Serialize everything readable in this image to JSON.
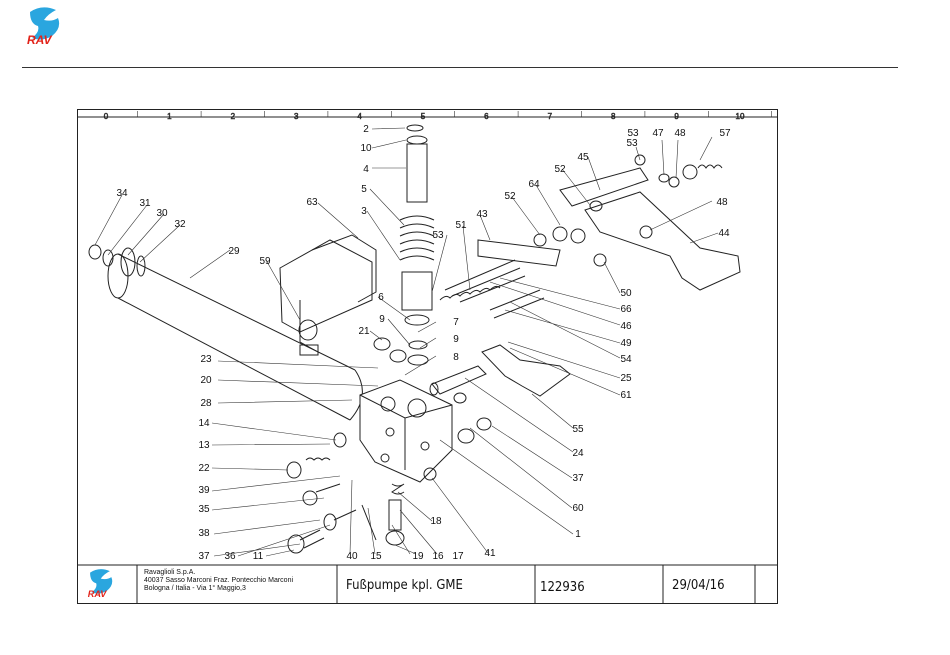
{
  "brand": {
    "logo_text": "RAV",
    "logo_color": "#2aa6df",
    "logo_accent": "#e2231a"
  },
  "grid_numbers": [
    "0",
    "1",
    "2",
    "3",
    "4",
    "5",
    "6",
    "7",
    "8",
    "9",
    "10"
  ],
  "callouts": [
    "2",
    "10",
    "4",
    "5",
    "3",
    "63",
    "53",
    "51",
    "43",
    "52",
    "64",
    "52",
    "45",
    "53",
    "53",
    "47",
    "48",
    "57",
    "48",
    "44",
    "34",
    "31",
    "30",
    "32",
    "29",
    "59",
    "6",
    "9",
    "7",
    "9",
    "8",
    "21",
    "23",
    "20",
    "28",
    "14",
    "13",
    "22",
    "39",
    "35",
    "38",
    "37",
    "36",
    "11",
    "40",
    "15",
    "16",
    "19",
    "17",
    "18",
    "41",
    "1",
    "60",
    "37",
    "24",
    "55",
    "61",
    "25",
    "54",
    "49",
    "46",
    "66",
    "50"
  ],
  "title_block": {
    "company_line1": "Ravaglioli S.p.A.",
    "company_line2": "40037 Sasso Marconi Fraz. Pontecchio Marconi",
    "company_line3": "Bologna / Italia - Via 1° Maggio,3",
    "title": "Fußpumpe kpl. GME",
    "number": "122936",
    "date": "29/04/16"
  }
}
